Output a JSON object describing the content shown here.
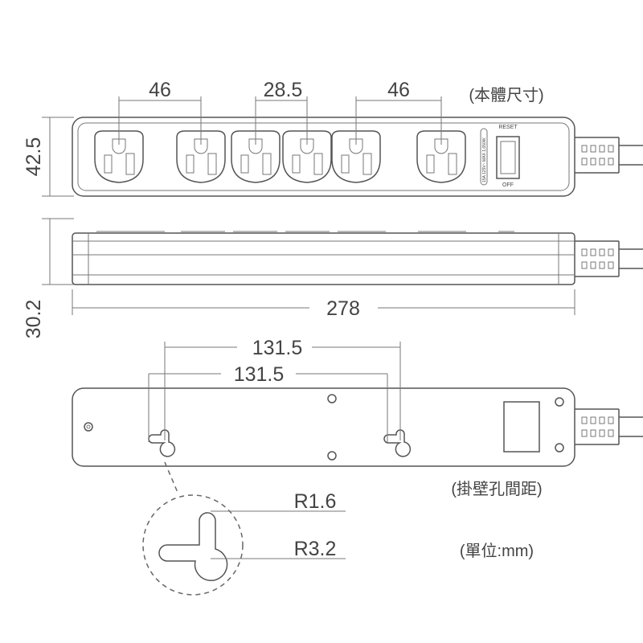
{
  "labels": {
    "spacing_left": "46",
    "spacing_middle": "28.5",
    "spacing_right": "46",
    "size_caption": "(本體尺寸)",
    "height": "42.5",
    "depth": "30.2",
    "length": "278",
    "hole_spacing_outer": "131.5",
    "hole_spacing_inner": "131.5",
    "hole_caption": "(掛壁孔間距)",
    "radius_small": "R1.6",
    "radius_large": "R3.2",
    "unit_caption": "(單位:mm)",
    "switch_top": "RESET",
    "switch_bottom": "OFF",
    "rating": "15A 125V~ MAX 1,650W"
  }
}
